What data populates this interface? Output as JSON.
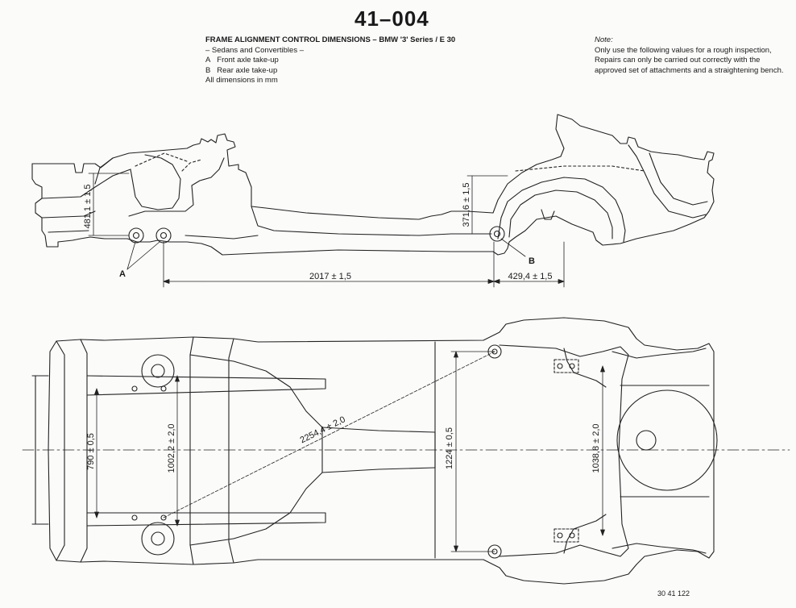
{
  "header": {
    "doc_number": "41–004",
    "title": "FRAME ALIGNMENT CONTROL DIMENSIONS – BMW '3' Series / E 30",
    "subtitle": "– Sedans and Convertibles –",
    "legend": [
      {
        "key": "A",
        "text": "Front axle take-up"
      },
      {
        "key": "B",
        "text": "Rear axle take-up"
      }
    ],
    "units_note": "All dimensions in mm"
  },
  "note": {
    "label": "Note:",
    "text": "Only use the following values for a rough inspection, Repairs can only be carried out correctly with the approved set of attachments and a straightening bench."
  },
  "side_view": {
    "dims": {
      "front_height": "481,1 ± 1,5",
      "rear_height": "371,6 ± 1,5",
      "wheelbase_points": "2017 ± 1,5",
      "rear_offset": "429,4 ± 1,5"
    },
    "labels": {
      "a": "A",
      "b": "B"
    }
  },
  "bottom_view": {
    "dims": {
      "front_inner_width": "790 ± 0,5",
      "front_outer_width": "1002,2 ± 2,0",
      "diagonal": "2254,4 ± 2,0",
      "rear_outer_width": "1224 ± 0,5",
      "rear_inner_width": "1038,8 ± 2,0"
    }
  },
  "figure_ref": "30 41 122"
}
